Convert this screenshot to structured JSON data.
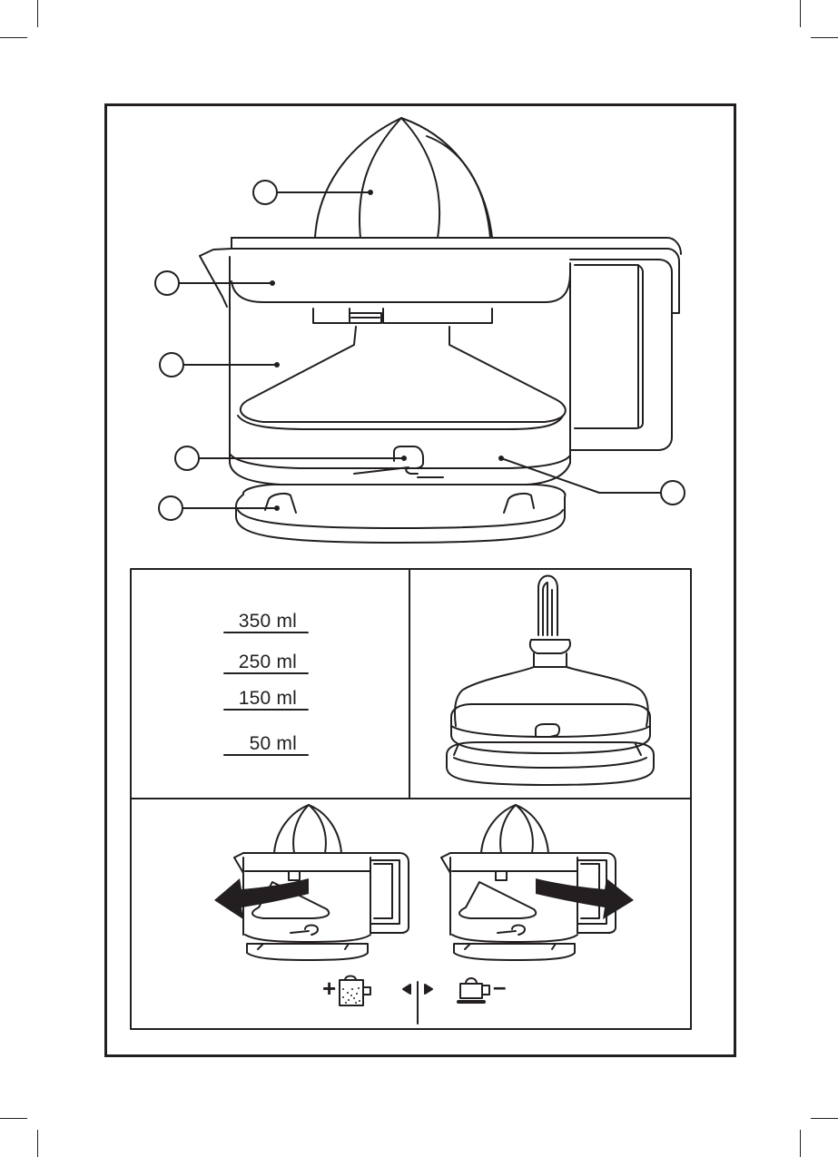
{
  "colors": {
    "ink": "#231f20",
    "paper": "#ffffff"
  },
  "measure_panel": {
    "markings": [
      "350 ml",
      "250 ml",
      "150 ml",
      "50 ml"
    ]
  },
  "adjust_panel": {
    "left_symbol": "+",
    "right_symbol": "–",
    "left_icon": "juicer-more-pulp-icon",
    "right_icon": "juicer-less-pulp-icon",
    "arrows_icon": "left-right-triangles-icon"
  }
}
